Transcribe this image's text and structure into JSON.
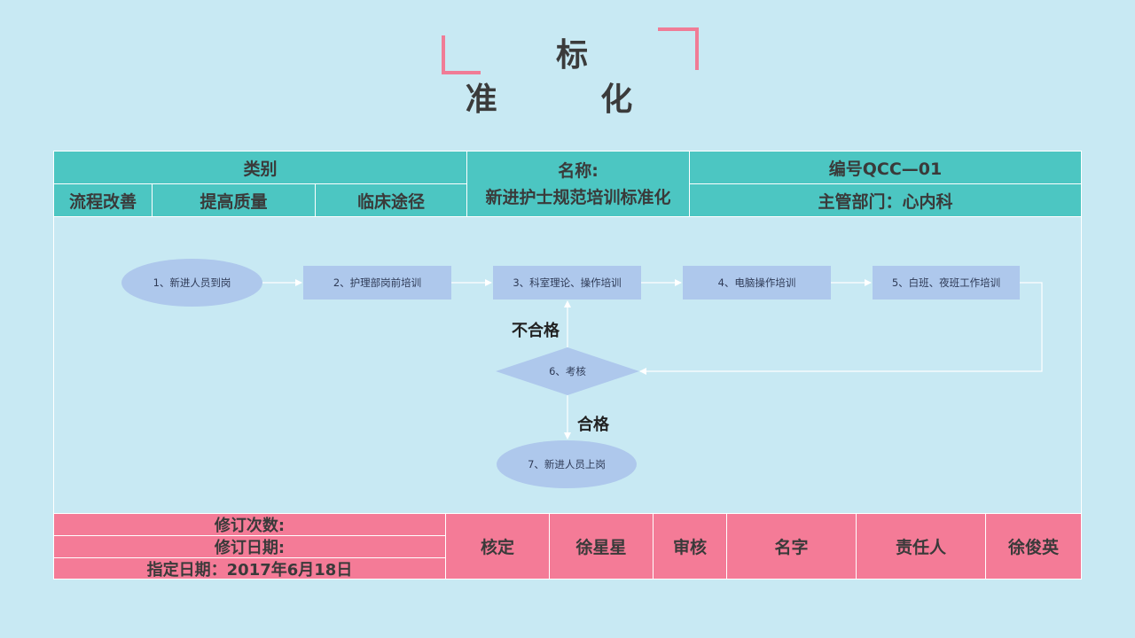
{
  "page": {
    "title": "标 准 化"
  },
  "header": {
    "category_label": "类别",
    "categories": [
      "流程改善",
      "提高质量",
      "临床途径"
    ],
    "name_label": "名称:",
    "name_value": "新进护士规范培训标准化",
    "code": "编号QCC—01",
    "department": "主管部门：心内科"
  },
  "flowchart": {
    "steps": [
      "1、新进人员到岗",
      "2、护理部岗前培训",
      "3、科室理论、操作培训",
      "4、电脑操作培训",
      "5、白班、夜班工作培训",
      "6、考核",
      "7、新进人员上岗"
    ],
    "fail_label": "不合格",
    "pass_label": "合格"
  },
  "footer": {
    "revision_count": "修订次数:",
    "revision_date": "修订日期:",
    "specified_date": "指定日期：2017年6月18日",
    "cells": [
      "核定",
      "徐星星",
      "审核",
      "名字",
      "责任人",
      "徐俊英"
    ]
  },
  "colors": {
    "background": "#c8e9f3",
    "teal": "#4cc6c2",
    "pink": "#f47b97",
    "shape": "#aec8ec",
    "accent": "#f07c96"
  }
}
